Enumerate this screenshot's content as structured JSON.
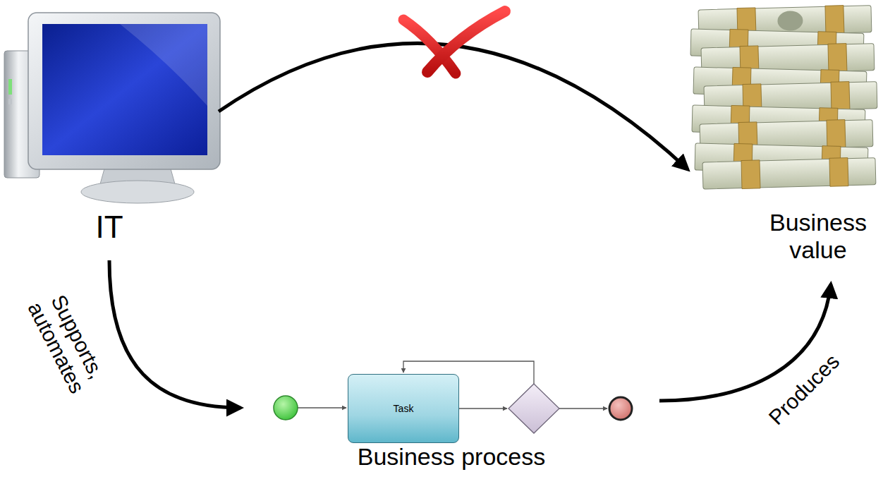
{
  "diagram": {
    "nodes": [
      {
        "text": [
          "IT"
        ]
      },
      {
        "text": [
          "Business value"
        ]
      },
      {
        "text": [
          "Business process"
        ]
      },
      {
        "text": [
          "Task"
        ],
        "in": 2
      }
    ],
    "edges": [
      {
        "from": 0,
        "to": 1,
        "arrow": "to"
      },
      {
        "from": 0,
        "to": 2,
        "arrow": "to",
        "label": "Supports, automates"
      },
      {
        "from": 2,
        "to": 1,
        "arrow": "to",
        "label": "Produces"
      }
    ]
  }
}
